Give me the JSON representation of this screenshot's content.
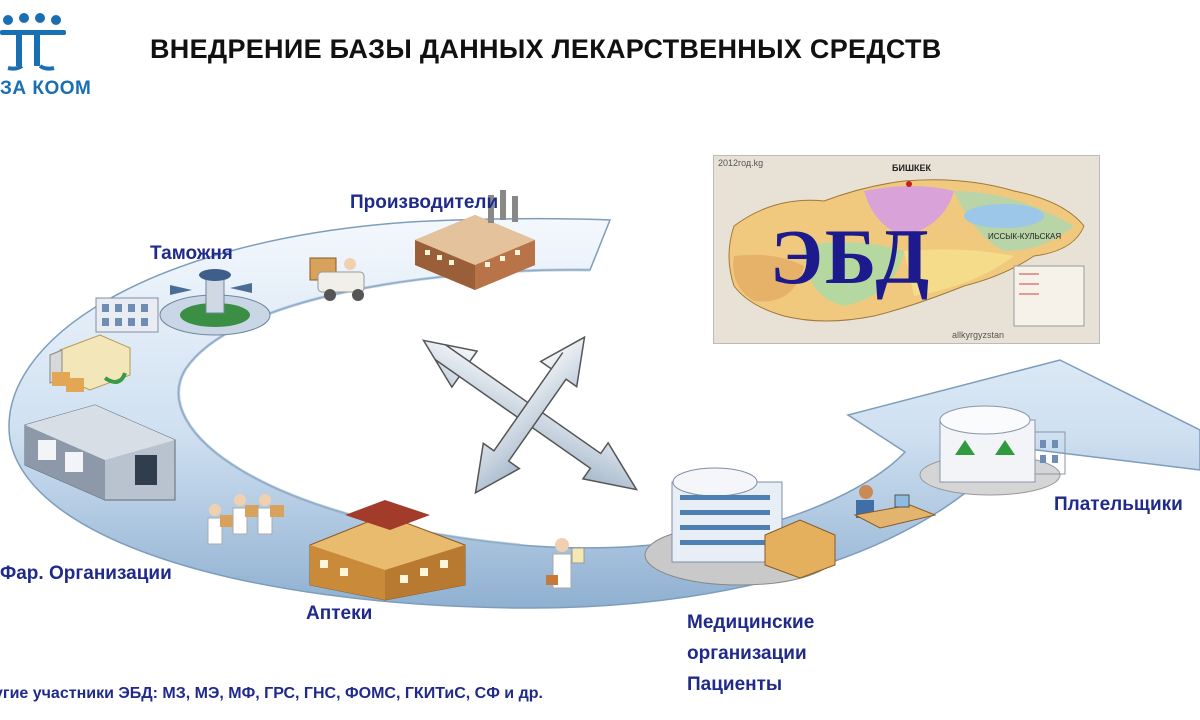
{
  "logo": {
    "text": "ЗА КООМ",
    "color": "#1a6fb3"
  },
  "title": "ВНЕДРЕНИЕ БАЗЫ ДАННЫХ ЛЕКАРСТВЕННЫХ СРЕДСТВ",
  "map": {
    "overlay_text": "ЭБД",
    "header_text": "2012год.kg",
    "source_text": "allkyrgyzstan",
    "city_label": "БИШКЕК",
    "region_label": "ИССЫК-КУЛЬСКАЯ"
  },
  "nodes": {
    "producers": "Производители",
    "customs": "Таможня",
    "pharma_orgs": "Фар. Организации",
    "pharmacies": "Аптеки",
    "medical_line1": "Медицинские",
    "medical_line2": "организации",
    "patients": "Пациенты",
    "payers": "Плательщики"
  },
  "footer": "угие участники ЭБД: МЗ, МЭ, МФ, ГРС, ГНС, ФОМС, ГКИТиС, СФ и др.",
  "colors": {
    "arrow_light": "#e6f0fa",
    "arrow_dark": "#9ab8d6",
    "label": "#1f2a8a",
    "title": "#111111"
  }
}
